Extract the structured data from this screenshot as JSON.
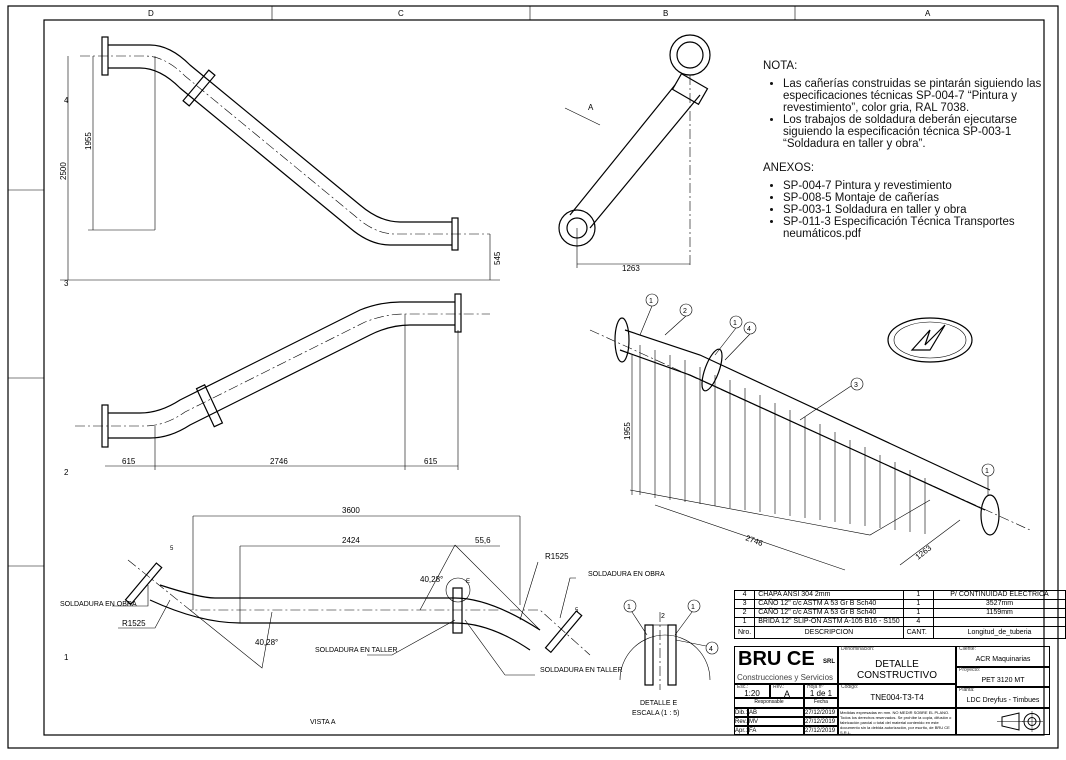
{
  "zones": {
    "columns": [
      "D",
      "C",
      "B",
      "A"
    ],
    "rows": [
      "4",
      "3",
      "2",
      "1"
    ]
  },
  "notes": {
    "title": "NOTA:",
    "items": [
      "Las cañerías construidas se pintarán siguiendo las especificaciones técnicas SP-004-7 “Pintura y revestimiento”, color gria, RAL 7038.",
      "Los trabajos de soldadura deberán ejecutarse siguiendo la especificación técnica SP-003-1 “Soldadura en taller y obra”."
    ],
    "annex_title": "ANEXOS:",
    "annexes": [
      "SP-004-7 Pintura y revestimiento",
      "SP-008-5 Montaje de cañerías",
      "SP-003-1 Soldadura en taller y obra",
      "SP-011-3 Especificación Técnica Transportes neumáticos.pdf"
    ]
  },
  "views": {
    "front": {
      "dim_total": "2500",
      "dim_rise": "1955",
      "dim_end": "545"
    },
    "plan": {
      "dim_left": "615",
      "dim_mid": "2746",
      "dim_right": "615"
    },
    "iso_small": {
      "dim": "1263",
      "arrow_label": "A"
    },
    "iso_big": {
      "dim_height": "1955",
      "dim_length": "2746",
      "dim_width": "1263",
      "balloons": [
        "1",
        "2",
        "1",
        "4",
        "3",
        "1"
      ]
    },
    "vista_a": {
      "title": "VISTA A",
      "dim_3600": "3600",
      "dim_2424": "2424",
      "dim_556": "55,6",
      "angle1": "40,28°",
      "angle2": "40,28°",
      "radius1": "R1525",
      "radius2": "R1525",
      "weld_size": "5",
      "weld_obra": "SOLDADURA EN OBRA",
      "weld_obra2": "SOLDADURA EN OBRA",
      "weld_taller": "SOLDADURA EN TALLER",
      "weld_taller2": "SOLDADURA EN TALLER",
      "detail_mark": "E"
    },
    "detail": {
      "title": "DETALLE E",
      "scale": "ESCALA (1 : 5)",
      "gap": "2",
      "balloons": [
        "1",
        "1",
        "4"
      ]
    }
  },
  "bom": {
    "headers": {
      "nro": "Nro.",
      "desc": "DESCRIPCION",
      "qty": "CANT.",
      "len": "Longitud_de_tuberia"
    },
    "rows": [
      {
        "nro": "4",
        "desc": "CHAPA ANSI 304 2mm",
        "qty": "1",
        "len": "P/ CONTINUIDAD ELECTRICA"
      },
      {
        "nro": "3",
        "desc": "CAÑO 12\" c/c ASTM A 53 Gr B Sch40",
        "qty": "1",
        "len": "3527mm"
      },
      {
        "nro": "2",
        "desc": "CAÑO 12\" c/c ASTM A 53 Gr B Sch40",
        "qty": "1",
        "len": "1159mm"
      },
      {
        "nro": "1",
        "desc": "BRIDA 12\" SLIP-ON ASTM A-105 B16 - S150",
        "qty": "4",
        "len": ""
      }
    ]
  },
  "title_block": {
    "logo": "BRU CE",
    "logo_suffix": "SRL",
    "company": "Construcciones y Servicios",
    "denominacion_label": "Denominación:",
    "denominacion": "DETALLE CONSTRUCTIVO",
    "cliente_label": "Cliente:",
    "cliente": "ACR Maquinarias",
    "proyecto_label": "Proyecto:",
    "proyecto": "PET 3120 MT",
    "planta_label": "Planta:",
    "planta": "LDC Dreyfus - Timbues",
    "esc_label": "Esc.:",
    "esc": "1:20",
    "rev_label": "Rev.:",
    "rev": "A",
    "hoja_label": "Hoja nº",
    "hoja": "1 de 1",
    "codigo_label": "Código:",
    "codigo": "TNE004-T3-T4",
    "responsable_label": "Responsable",
    "fecha_label": "Fecha",
    "signoffs": [
      {
        "role": "Dib.:",
        "who": "AB",
        "date": "27/12/2019"
      },
      {
        "role": "Rev.:",
        "who": "MV",
        "date": "27/12/2019"
      },
      {
        "role": "Apr.:",
        "who": "FA",
        "date": "27/12/2019"
      }
    ],
    "disclaimer": "Medidas expresadas en mm. NO MEDIR SOBRE EL PLANO. Todos los derechos reservados. Se prohíbe la copia, difusión o fabricación parcial o total del material contenido en este documento sin la debida autorización, por escrito, de BRU CE S.R.L."
  }
}
